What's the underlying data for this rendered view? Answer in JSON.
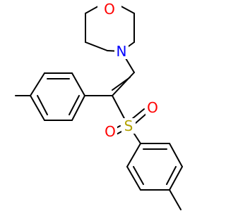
{
  "molecule": {
    "atoms": {
      "oxygen_ring": "O",
      "nitrogen": "N",
      "sulfur": "S",
      "oxygen_sulfonyl_1": "O",
      "oxygen_sulfonyl_2": "O"
    },
    "colors": {
      "bond": "#000000",
      "oxygen": "#ff0000",
      "nitrogen": "#0000ff",
      "sulfur": "#b3a200"
    }
  }
}
